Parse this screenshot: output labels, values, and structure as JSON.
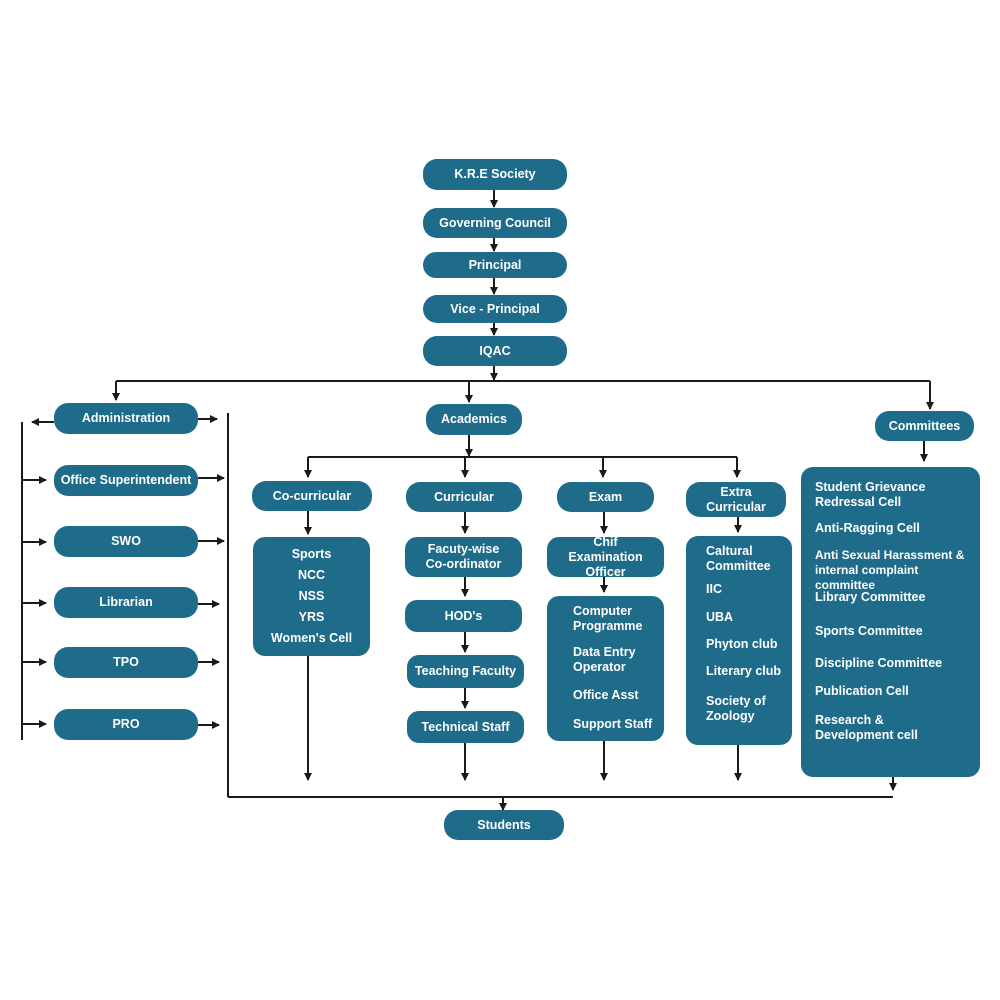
{
  "colors": {
    "box": "#1e6b8a",
    "text": "#ffffff",
    "line": "#1a1a1a"
  },
  "top_chain": [
    "K.R.E Society",
    "Governing Council",
    "Principal",
    "Vice - Principal",
    "IQAC"
  ],
  "branches": {
    "administration": "Administration",
    "academics": "Academics",
    "committees": "Committees"
  },
  "admin_items": [
    "Office Superintendent",
    "SWO",
    "Librarian",
    "TPO",
    "PRO"
  ],
  "academics": {
    "co_curricular": {
      "label": "Co-curricular",
      "items": [
        "Sports",
        "NCC",
        "NSS",
        "YRS",
        "Women's Cell"
      ]
    },
    "curricular": {
      "label": "Curricular",
      "items": [
        "Facuty-wise Co-ordinator",
        "HOD's",
        "Teaching Faculty",
        "Technical Staff"
      ]
    },
    "exam": {
      "label": "Exam",
      "officer": "Chif Examination Officer",
      "items": [
        "Computer Programme",
        "Data Entry Operator",
        "Office Asst",
        "Support Staff"
      ]
    },
    "extra_curricular": {
      "label": "Extra Curricular",
      "items": [
        "Caltural Committee",
        "IIC",
        "UBA",
        "Phyton club",
        "Literary club",
        "Society of Zoology"
      ]
    }
  },
  "committee_items": [
    "Student Grievance Redressal Cell",
    "Anti-Ragging Cell",
    "Anti Sexual Harassment & internal complaint committee",
    "Library Committee",
    "Sports Committee",
    "Discipline Committee",
    "Publication Cell",
    "Research & Development cell"
  ],
  "students": "Students"
}
